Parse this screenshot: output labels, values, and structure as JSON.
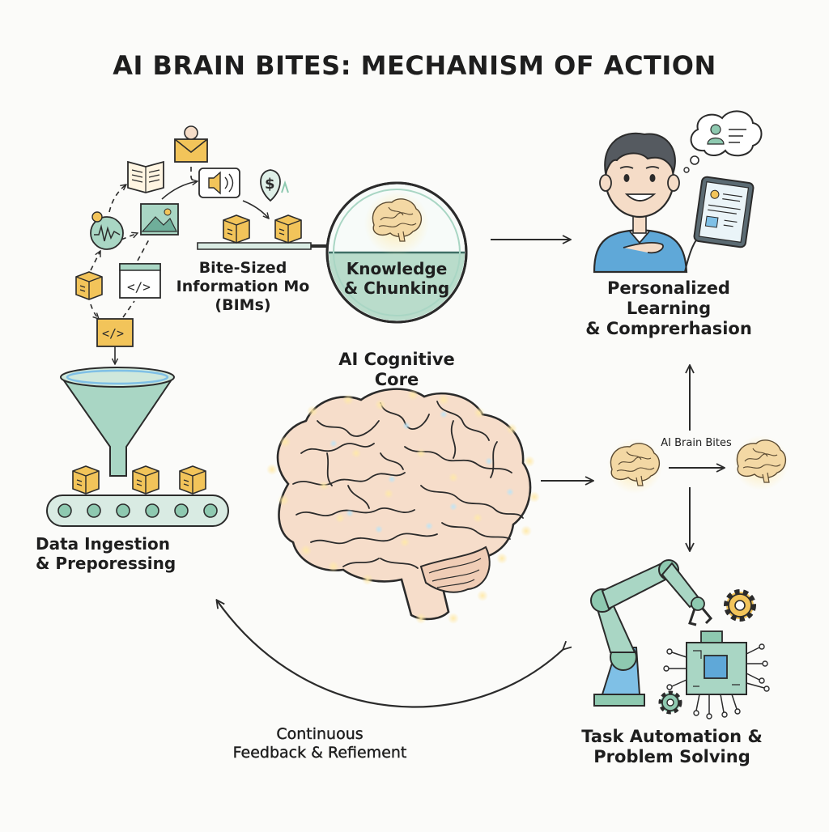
{
  "title": "AI BRAIN BITES: MECHANISM OF ACTION",
  "nodes": {
    "bims": {
      "line1": "Bite-Sized",
      "line2": "Information Mo",
      "line3": "(BIMs)"
    },
    "knowledge": {
      "line1": "Knowledge",
      "line2": "& Chunking"
    },
    "core": {
      "line1": "AI Cognitive",
      "line2": "Core"
    },
    "personalized": {
      "line1": "Personalized",
      "line2": "Learning",
      "line3": "& Comprerhasion"
    },
    "ingestion": {
      "line1": "Data Ingestion",
      "line2": "& Preporessing"
    },
    "brain_bites": "AI Brain Bites",
    "automation": {
      "line1": "Task Automation &",
      "line2": "Problem Solving"
    },
    "feedback": {
      "line1": "Continuous",
      "line2": "Feedback & Refiement"
    }
  },
  "colors": {
    "teal": "#8ec9b0",
    "teal_dark": "#3e6f66",
    "box": "#f2c45a",
    "brain": "#f5dcc7",
    "shirt": "#5fa8d8",
    "blue": "#7fc0e6",
    "outline": "#2b2b2b"
  },
  "icons": [
    "book-icon",
    "envelope-user-icon",
    "speaker-icon",
    "dollar-pin-icon",
    "waveform-icon",
    "image-icon",
    "code-window-icon",
    "code-tag-icon",
    "package-icon",
    "funnel-icon",
    "conveyor-belt-icon",
    "magnifier-icon",
    "brain-icon",
    "student-icon",
    "tablet-icon",
    "thought-bubble-icon",
    "robot-arm-icon",
    "circuit-chip-icon",
    "gear-icon"
  ]
}
